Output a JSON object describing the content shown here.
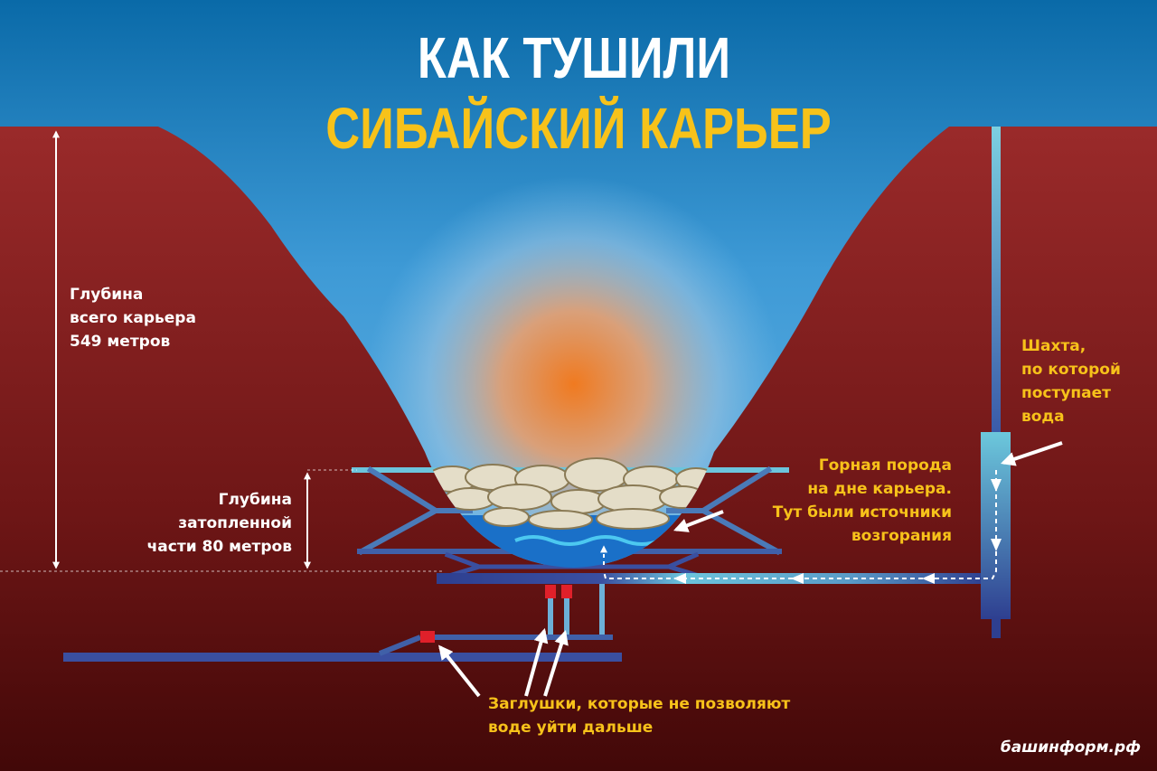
{
  "title": {
    "line1": "КАК ТУШИЛИ",
    "line2": "СИБАЙСКИЙ КАРЬЕР"
  },
  "labels": {
    "total_depth": [
      "Глубина",
      "всего карьера",
      "549 метров"
    ],
    "flooded_depth": [
      "Глубина",
      "затопленной",
      "части 80 метров"
    ],
    "shaft": [
      "Шахта,",
      "по которой",
      "поступает",
      "вода"
    ],
    "rock": [
      "Горная порода",
      "на дне карьера.",
      "Тут были источники",
      "возгорания"
    ],
    "plugs": [
      "Заглушки, которые не позволяют",
      "воде уйти дальше"
    ]
  },
  "source": "башинформ.рф",
  "colors": {
    "title": "#ffffff",
    "accent": "#f7c21a",
    "ground": "#8e2424",
    "pipe": "#3a4fa0",
    "pipe_light": "#6cc4dc",
    "plug": "#e0202a",
    "fire": "#f07a20"
  }
}
